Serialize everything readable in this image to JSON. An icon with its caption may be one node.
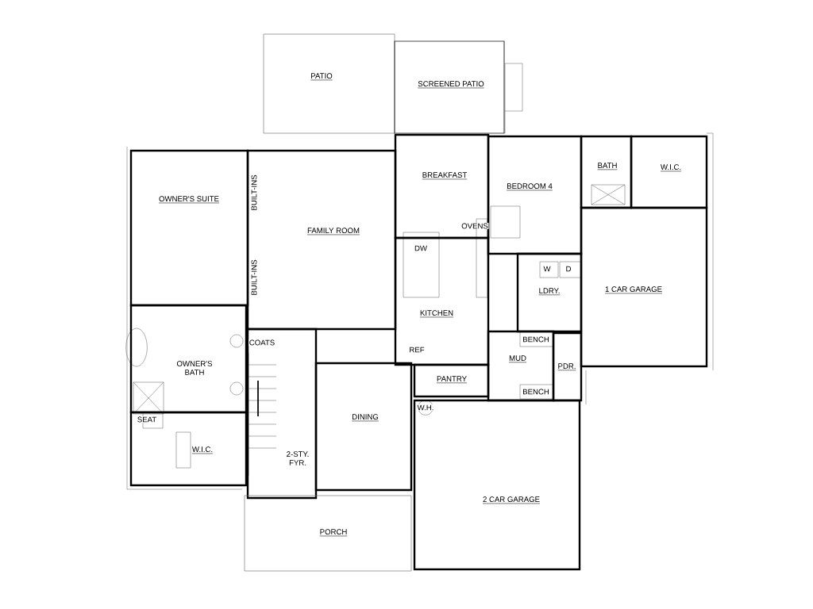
{
  "diagram": {
    "nodes": [
      {
        "text": [
          "PATIO"
        ]
      },
      {
        "text": [
          "SCREENED PATIO"
        ]
      },
      {
        "text": [
          "OWNER'S SUITE"
        ]
      },
      {
        "text": [
          "FAMILY ROOM"
        ]
      },
      {
        "text": [
          "BREAKFAST"
        ]
      },
      {
        "text": [
          "BEDROOM 4"
        ]
      },
      {
        "text": [
          "BATH"
        ]
      },
      {
        "text": [
          "W.I.C."
        ]
      },
      {
        "text": [
          "1 CAR GARAGE"
        ]
      },
      {
        "text": [
          "KITCHEN"
        ]
      },
      {
        "text": [
          "LDRY."
        ]
      },
      {
        "text": [
          "OWNER'S BATH"
        ]
      },
      {
        "text": [
          "MUD"
        ]
      },
      {
        "text": [
          "PDR."
        ]
      },
      {
        "text": [
          "PANTRY"
        ]
      },
      {
        "text": [
          "W.I.C."
        ]
      },
      {
        "text": [
          "2-STY. FYR."
        ]
      },
      {
        "text": [
          "DINING"
        ]
      },
      {
        "text": [
          "2 CAR GARAGE"
        ]
      },
      {
        "text": [
          "PORCH"
        ]
      }
    ],
    "labels": [
      "BUILT-INS",
      "BUILT-INS",
      "DW",
      "OVENS",
      "W",
      "D",
      "REF",
      "COATS",
      "BENCH",
      "SEAT",
      "BENCH",
      "W.H."
    ]
  }
}
